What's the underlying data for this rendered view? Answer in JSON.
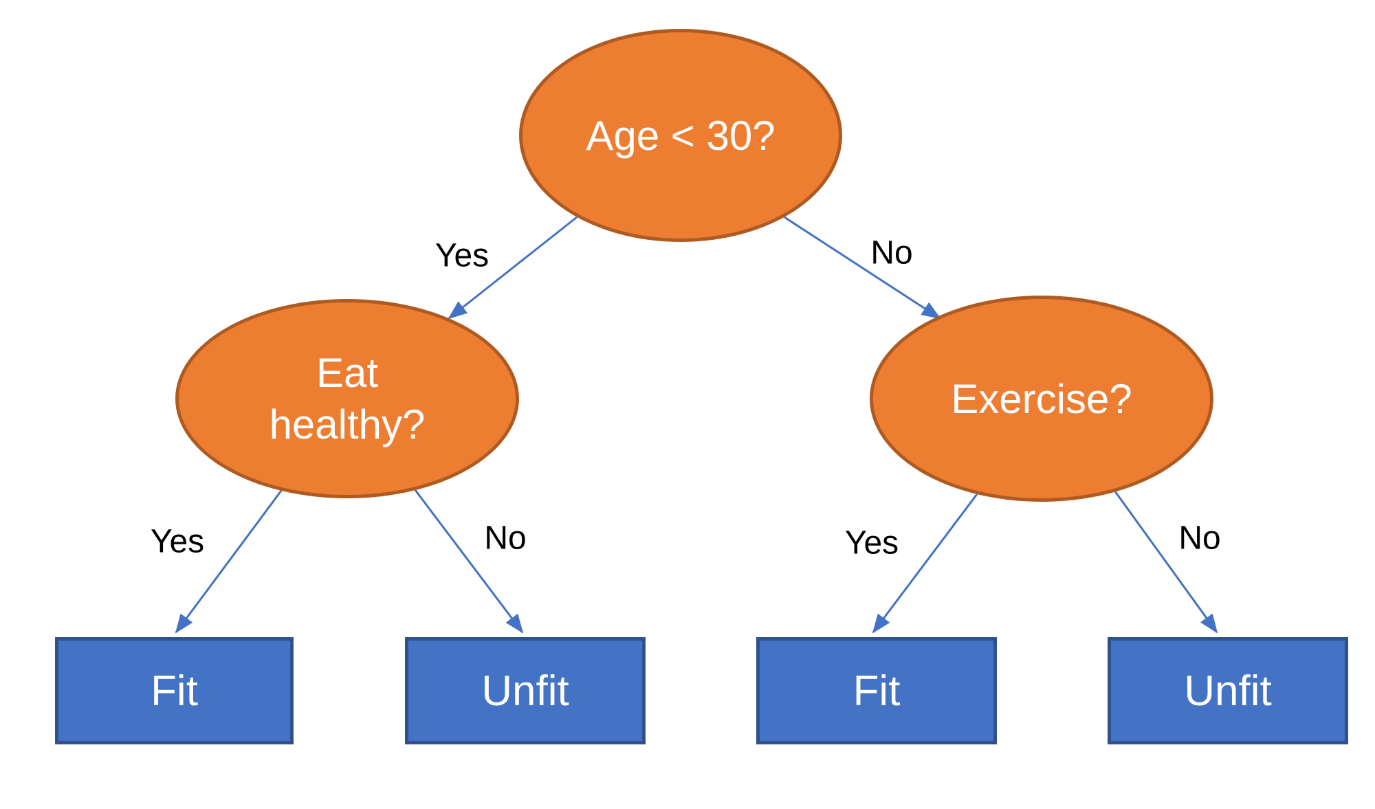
{
  "diagram": {
    "type": "decision-tree",
    "nodes": [
      {
        "id": "age",
        "label": "Age < 30?",
        "shape": "ellipse"
      },
      {
        "id": "eat-healthy",
        "label": "Eat healthy?",
        "shape": "ellipse"
      },
      {
        "id": "exercise",
        "label": "Exercise?",
        "shape": "ellipse"
      },
      {
        "id": "fit-left",
        "label": "Fit",
        "shape": "rect"
      },
      {
        "id": "unfit-left",
        "label": "Unfit",
        "shape": "rect"
      },
      {
        "id": "fit-right",
        "label": "Fit",
        "shape": "rect"
      },
      {
        "id": "unfit-right",
        "label": "Unfit",
        "shape": "rect"
      }
    ],
    "edges": [
      {
        "from": "age",
        "to": "eat-healthy",
        "label": "Yes"
      },
      {
        "from": "age",
        "to": "exercise",
        "label": "No"
      },
      {
        "from": "eat-healthy",
        "to": "fit-left",
        "label": "Yes"
      },
      {
        "from": "eat-healthy",
        "to": "unfit-left",
        "label": "No"
      },
      {
        "from": "exercise",
        "to": "fit-right",
        "label": "Yes"
      },
      {
        "from": "exercise",
        "to": "unfit-right",
        "label": "No"
      }
    ]
  },
  "colors": {
    "decision_node_fill": "#ED7D31",
    "decision_node_border": "#AE5A21",
    "terminal_node_fill": "#4472C4",
    "terminal_node_border": "#2F528F",
    "arrow": "#4472C4",
    "node_text": "#FFFFFF",
    "edge_label_text": "#000000",
    "background": "#FFFFFF"
  }
}
